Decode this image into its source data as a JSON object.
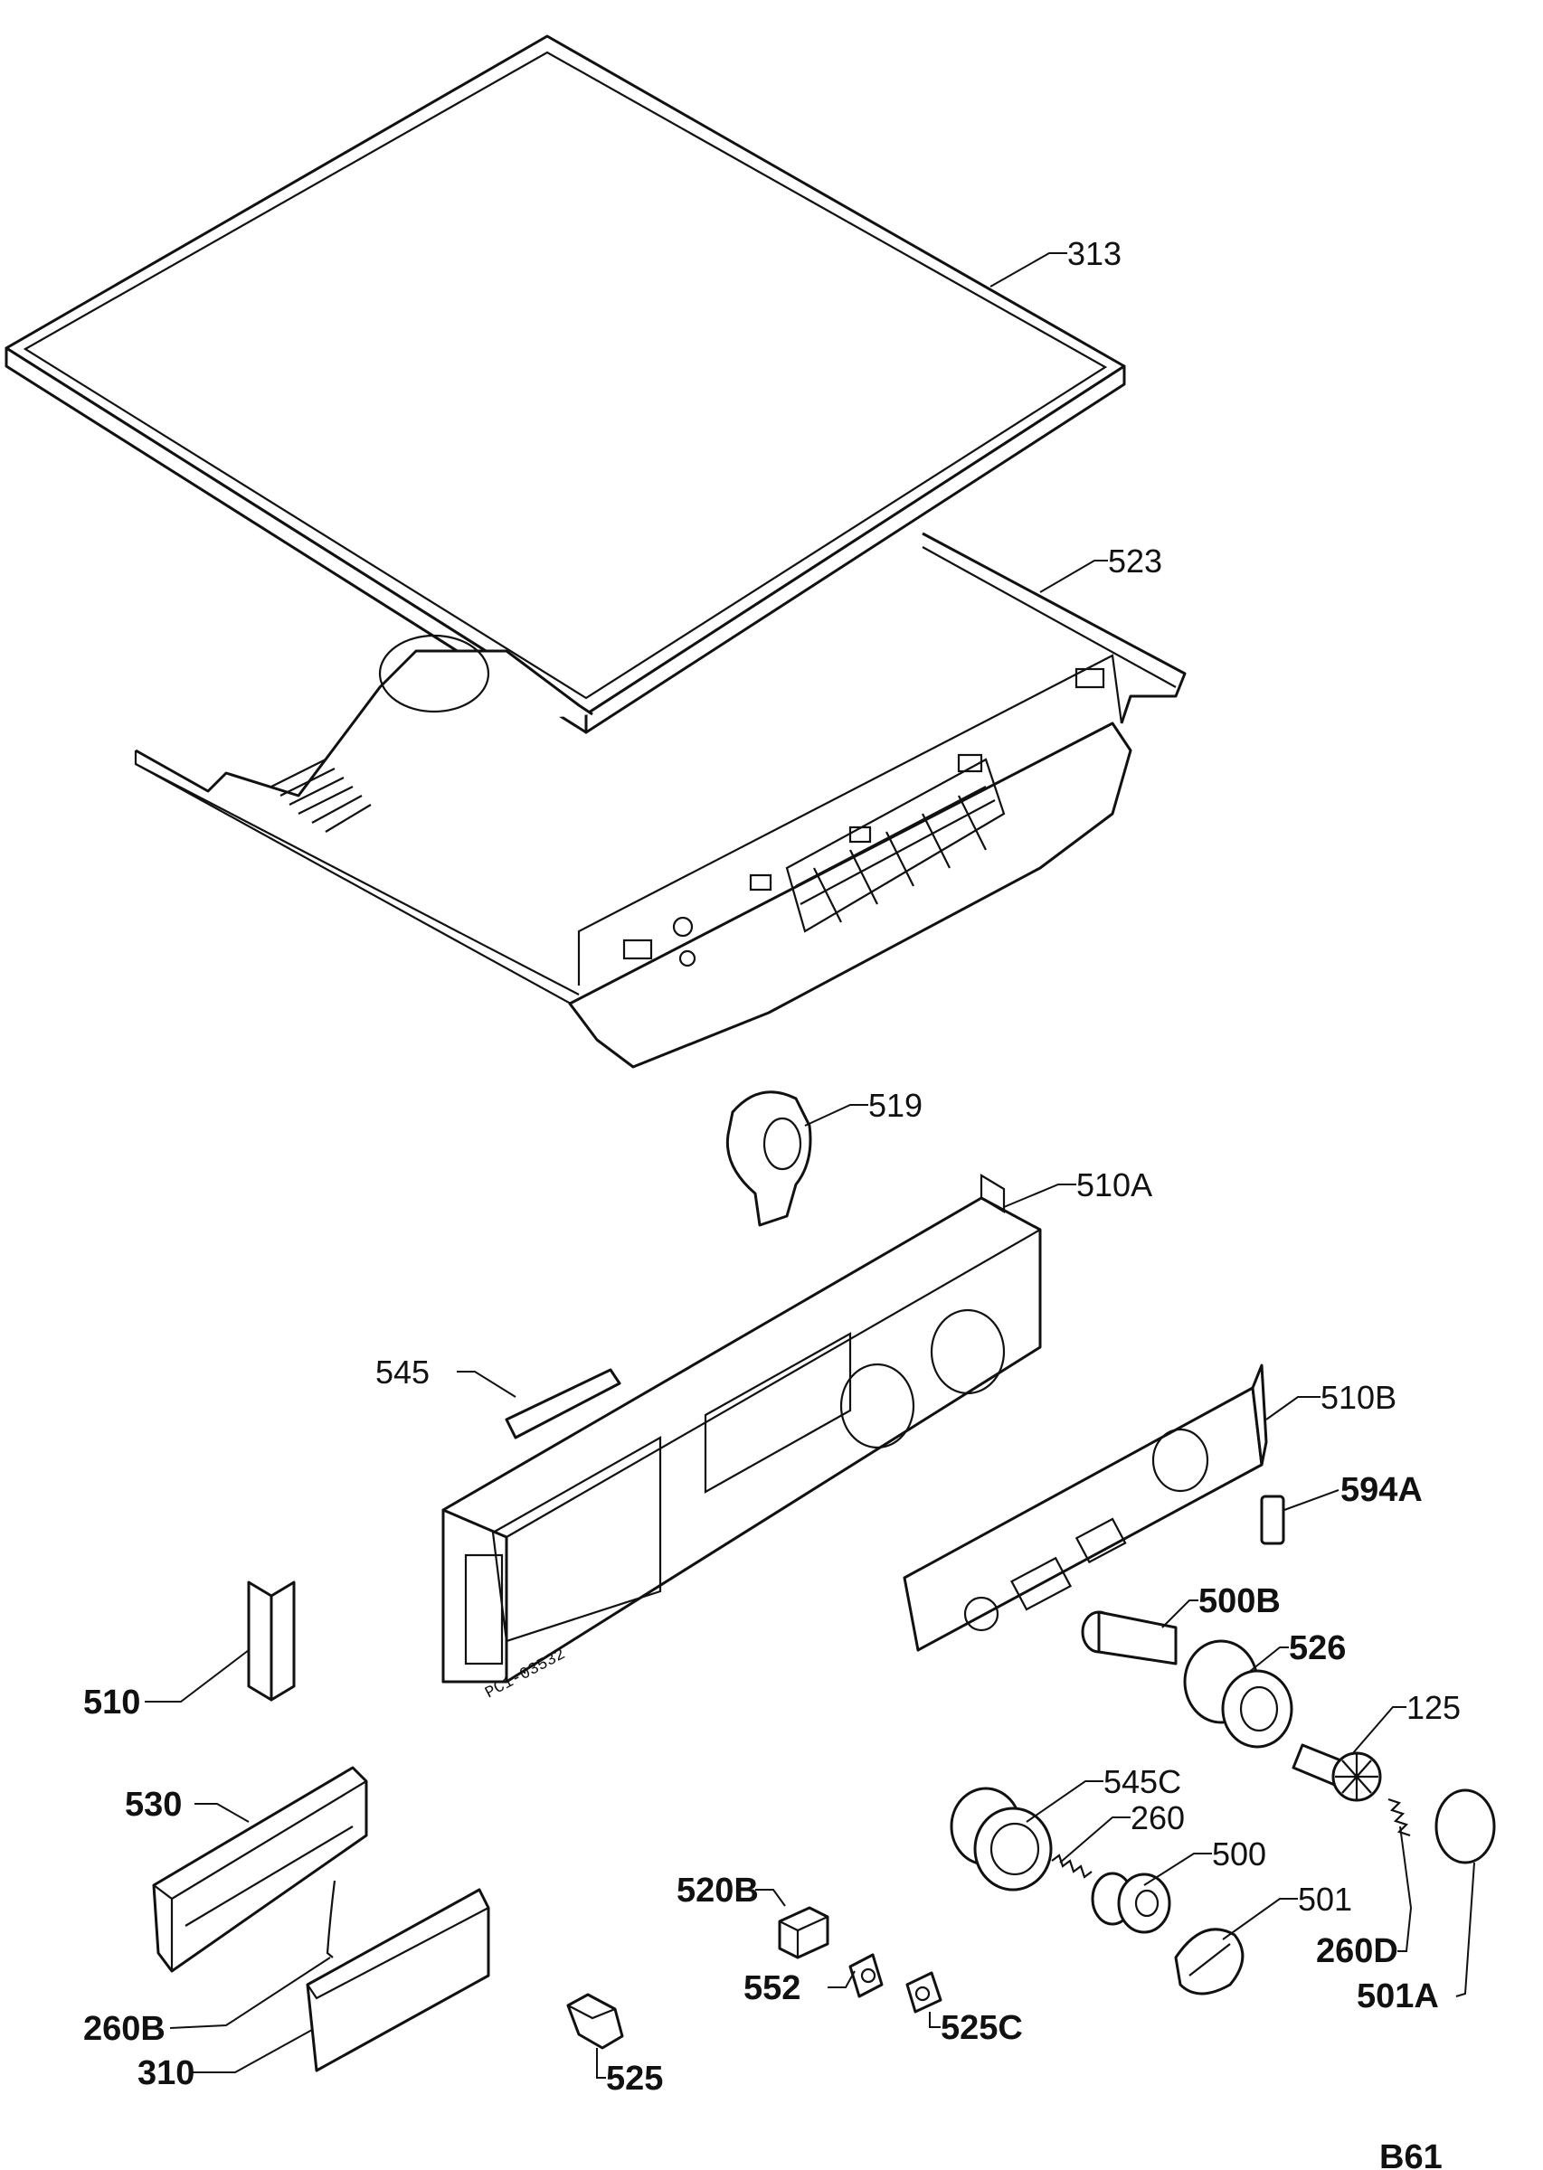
{
  "diagram": {
    "drawing_code": "PC1-03532",
    "page_ref": "B61",
    "callouts": [
      {
        "id": "313",
        "text": "313"
      },
      {
        "id": "523",
        "text": "523"
      },
      {
        "id": "519",
        "text": "519"
      },
      {
        "id": "510A",
        "text": "510A"
      },
      {
        "id": "545",
        "text": "545"
      },
      {
        "id": "510B",
        "text": "510B"
      },
      {
        "id": "594A",
        "text": "594A"
      },
      {
        "id": "500B",
        "text": "500B"
      },
      {
        "id": "526",
        "text": "526"
      },
      {
        "id": "125",
        "text": "125"
      },
      {
        "id": "510",
        "text": "510"
      },
      {
        "id": "530",
        "text": "530"
      },
      {
        "id": "545C",
        "text": "545C"
      },
      {
        "id": "260",
        "text": "260"
      },
      {
        "id": "500",
        "text": "500"
      },
      {
        "id": "501",
        "text": "501"
      },
      {
        "id": "520B",
        "text": "520B"
      },
      {
        "id": "552",
        "text": "552"
      },
      {
        "id": "260D",
        "text": "260D"
      },
      {
        "id": "501A",
        "text": "501A"
      },
      {
        "id": "260B",
        "text": "260B"
      },
      {
        "id": "525C",
        "text": "525C"
      },
      {
        "id": "310",
        "text": "310"
      },
      {
        "id": "525",
        "text": "525"
      }
    ]
  }
}
